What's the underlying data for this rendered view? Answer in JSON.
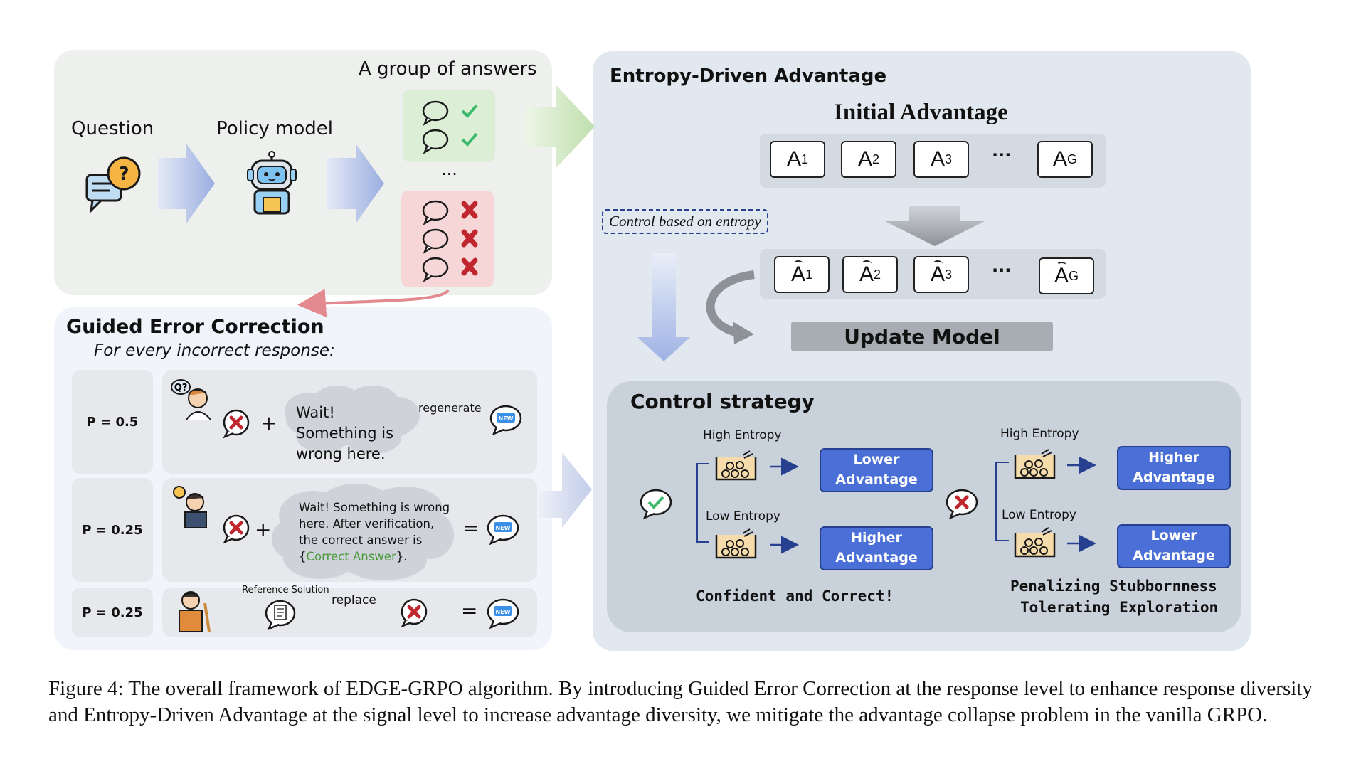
{
  "top": {
    "group_label": "A group of answers",
    "question_label": "Question",
    "policy_label": "Policy model",
    "ellipsis": "..."
  },
  "gec": {
    "title": "Guided Error Correction",
    "subtitle": "For every incorrect response:",
    "rows": [
      {
        "p": "P = 0.5",
        "cloud": "Wait! Something is wrong here.",
        "arrow_label": "regenerate"
      },
      {
        "p": "P = 0.25",
        "cloud_a": "Wait! Something is wrong",
        "cloud_b": "here. After verification,",
        "cloud_c": "the correct answer is",
        "cloud_open": "{",
        "cloud_highlight": "Correct Answer",
        "cloud_close": "}.",
        "equals": "="
      },
      {
        "p": "P = 0.25",
        "ref_label": "Reference Solution",
        "arrow_label": "replace",
        "equals": "="
      }
    ],
    "plus": "+",
    "new_badge": "NEW"
  },
  "right": {
    "title": "Entropy-Driven Advantage",
    "initial_title": "Initial Advantage",
    "control_tag": "Control based on entropy",
    "a_letter": "A",
    "subs": [
      "1",
      "2",
      "3",
      "G"
    ],
    "dots": "···",
    "update": "Update Model"
  },
  "control": {
    "title": "Control strategy",
    "left": {
      "high": "High Entropy",
      "low": "Low Entropy",
      "top_btn": [
        "Lower",
        "Advantage"
      ],
      "bot_btn": [
        "Higher",
        "Advantage"
      ],
      "caption": "Confident and Correct!"
    },
    "right": {
      "high": "High Entropy",
      "low": "Low Entropy",
      "top_btn": [
        "Higher",
        "Advantage"
      ],
      "bot_btn": [
        "Lower",
        "Advantage"
      ],
      "caption_1": "Penalizing Stubbornness",
      "caption_2": "Tolerating Exploration"
    }
  },
  "caption": "Figure 4: The overall framework of EDGE-GRPO algorithm. By introducing Guided Error Correction at the response level to enhance response diversity and Entropy-Driven Advantage at the signal level to increase advantage diversity, we mitigate the advantage collapse problem in the vanilla GRPO.",
  "colors": {
    "check": "#3cb96a",
    "cross": "#c0262d",
    "accent_blue": "#4a6fd6",
    "highlight_green": "#4a9a3c"
  },
  "icons": [
    "question-bubble-icon",
    "robot-icon",
    "check-icon",
    "cross-icon",
    "chat-bubble-icon",
    "new-chat-icon",
    "person-icon",
    "document-icon",
    "brain-icon"
  ]
}
